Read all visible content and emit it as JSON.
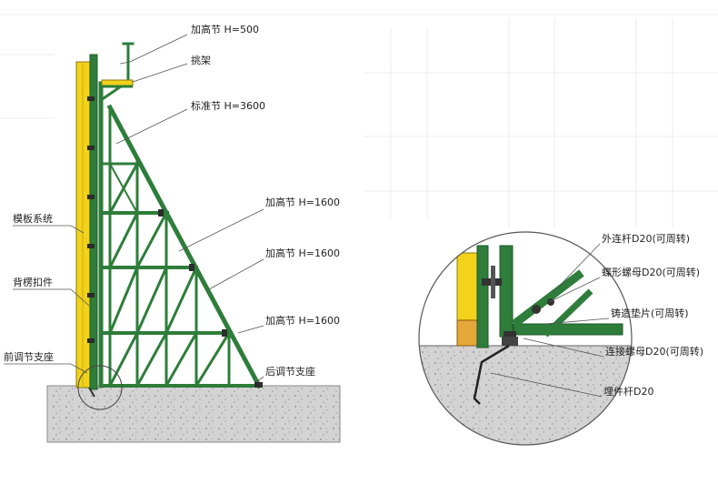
{
  "colors": {
    "frame_green": "#2e7d3a",
    "frame_dark": "#1f5a28",
    "formwork_yellow": "#f2d21a",
    "concrete": "#cfcfcf",
    "leader": "#555555"
  },
  "labels": {
    "raise_500": "加高节 H=500",
    "bracket": "挑架",
    "standard_3600": "标准节 H=3600",
    "raise_1600_a": "加高节 H=1600",
    "raise_1600_b": "加高节 H=1600",
    "raise_1600_c": "加高节 H=1600",
    "formwork": "模板系统",
    "clamp": "背楞扣件",
    "front_support": "前调节支座",
    "rear_support": "后调节支座"
  },
  "detail_labels": {
    "outer_rod": "外连杆D20(可周转)",
    "wing_nut": "蝶形螺母D20(可周转)",
    "cast_pad": "铸造垫片(可周转)",
    "coupling_nut": "连接螺母D20(可周转)",
    "anchor_rod": "埋件杆D20"
  }
}
